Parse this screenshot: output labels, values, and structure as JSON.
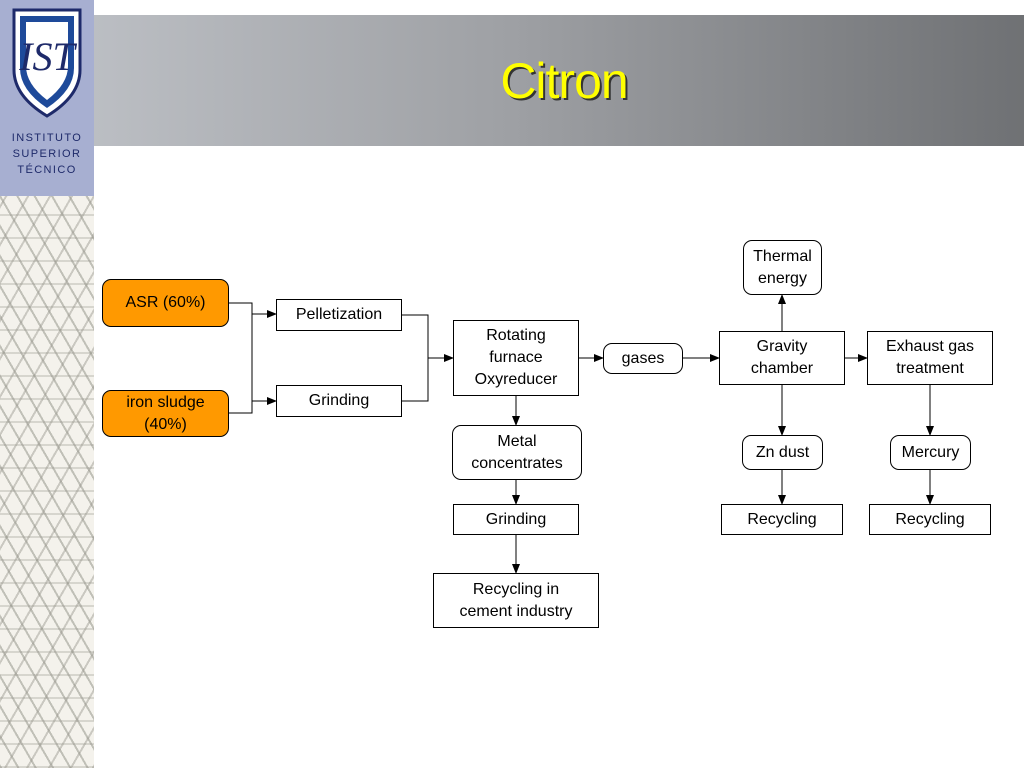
{
  "title": "Citron",
  "logo": {
    "line1": "INSTITUTO",
    "line2": "SUPERIOR",
    "line3": "TÉCNICO"
  },
  "nodes": {
    "asr": "ASR (60%)",
    "iron_sludge": "iron sludge\n(40%)",
    "pelletization": "Pelletization",
    "grinding_1": "Grinding",
    "rotating_furnace": "Rotating\nfurnace\nOxyreducer",
    "gases": "gases",
    "metal_concentrates": "Metal\nconcentrates",
    "grinding_2": "Grinding",
    "recycling_cement": "Recycling in\ncement industry",
    "thermal_energy": "Thermal\nenergy",
    "gravity_chamber": "Gravity\nchamber",
    "zn_dust": "Zn dust",
    "recycling_1": "Recycling",
    "exhaust_gas": "Exhaust gas\ntreatment",
    "mercury": "Mercury",
    "recycling_2": "Recycling"
  },
  "colors": {
    "input_fill": "#ff9900",
    "title": "#ffff00",
    "logo_panel": "#a7afd1"
  }
}
